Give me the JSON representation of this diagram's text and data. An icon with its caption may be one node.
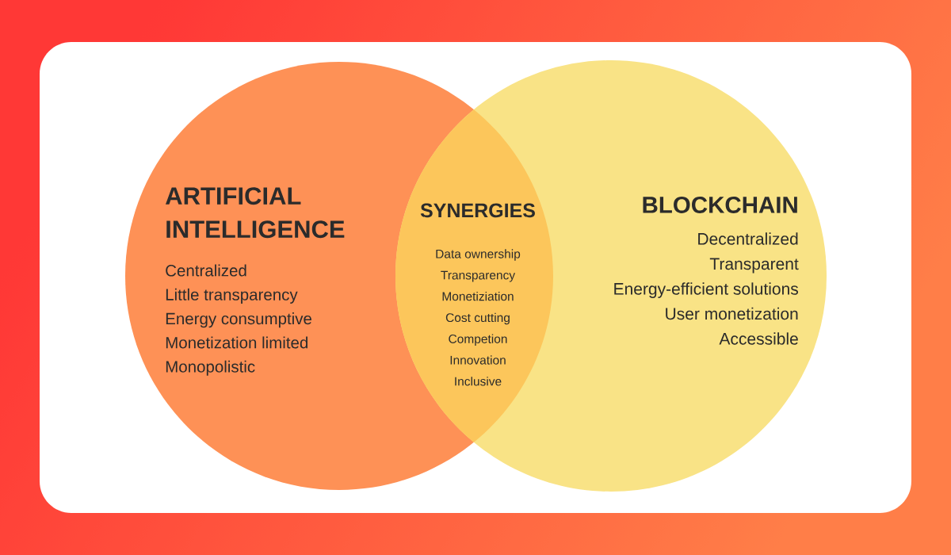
{
  "diagram": {
    "nodes": [
      {
        "text": [
          "ARTIFICIAL INTELLIGENCE",
          "Centralized",
          "Little transparency",
          "Energy consumptive",
          "Monetization limited",
          "Monopolistic"
        ]
      },
      {
        "text": [
          "BLOCKCHAIN",
          "Decentralized",
          "Transparent",
          "Energy-efficient solutions",
          "User monetization",
          "Accessible"
        ]
      },
      {
        "text": [
          "SYNERGIES",
          "Data ownership",
          "Transparency",
          "Monetiziation",
          "Cost cutting",
          "Competion",
          "Innovation",
          "Inclusive"
        ]
      }
    ]
  }
}
